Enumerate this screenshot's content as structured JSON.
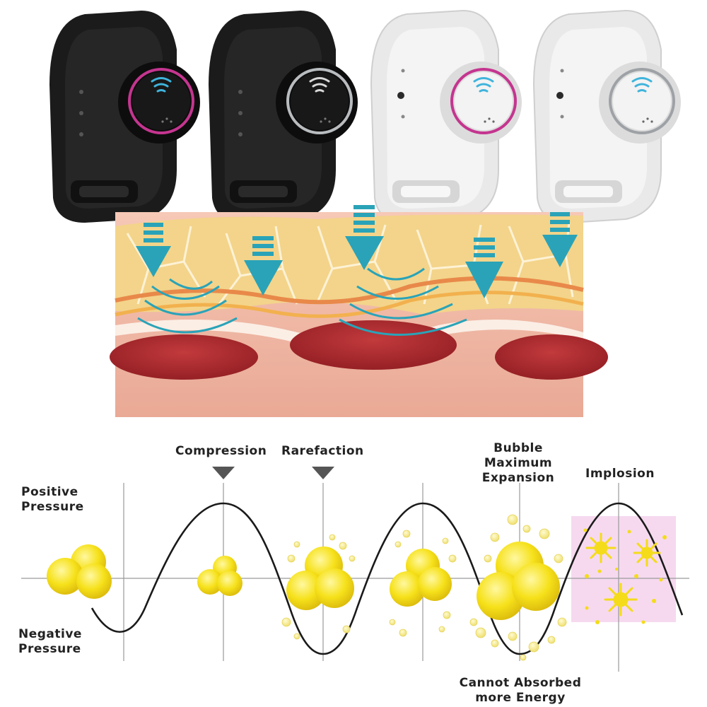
{
  "colors": {
    "band_black": "#1b1b1b",
    "band_white": "#ececec",
    "ring_magenta": "#c4358f",
    "ring_silver": "#b9bcbf",
    "wave_icon": "#3fb4dc",
    "arrow_teal": "#2aa3b8",
    "fat": "#f3d48a",
    "muscle": "#a8232a",
    "skin": "#f1b9a5",
    "bubble": "#f7e51b",
    "implosion_zone": "#f6d9ef",
    "curve": "#1a1a1a"
  },
  "products": [
    {
      "band": "black",
      "ring": "magenta"
    },
    {
      "band": "black",
      "ring": "silver"
    },
    {
      "band": "white",
      "ring": "magenta"
    },
    {
      "band": "white",
      "ring": "silver"
    }
  ],
  "labels": {
    "positive_pressure": [
      "Positive",
      "Pressure"
    ],
    "negative_pressure": [
      "Negative",
      "Pressure"
    ],
    "compression": "Compression",
    "rarefaction": "Rarefaction",
    "bubble_max": [
      "Bubble",
      "Maximum",
      "Expansion"
    ],
    "implosion": "Implosion",
    "cannot_absorb": [
      "Cannot Absorbed",
      "more Energy"
    ]
  },
  "icons": [
    "sound-wave-icon",
    "down-arrow-icon",
    "marker-triangle-icon",
    "star-burst-icon"
  ]
}
